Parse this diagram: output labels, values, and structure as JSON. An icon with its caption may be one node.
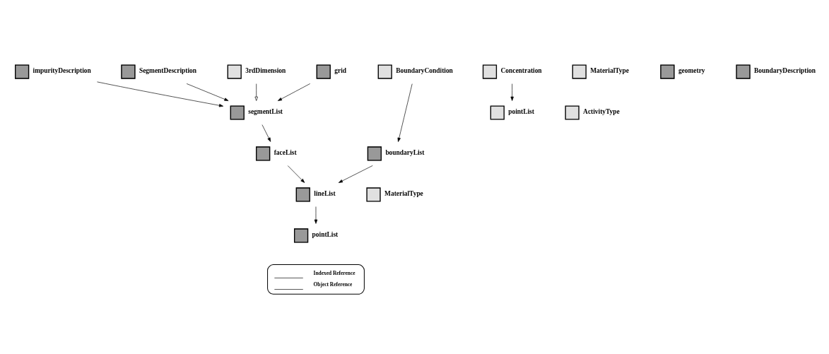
{
  "diagram": {
    "nodes": [
      {
        "text": [
          "impurityDescription"
        ]
      },
      {
        "text": [
          "Concentration"
        ]
      },
      {
        "text": [
          "MaterialType"
        ]
      },
      {
        "text": [
          "ActivityType"
        ]
      },
      {
        "text": [
          "SegmentDescription"
        ]
      },
      {
        "text": [
          "MaterialType"
        ]
      },
      {
        "text": [
          "geometry"
        ]
      },
      {
        "text": [
          "3rdDimension"
        ]
      },
      {
        "text": [
          "BoundaryDescription"
        ]
      },
      {
        "text": [
          "BoundaryCondition"
        ]
      },
      {
        "text": [
          "segmentList"
        ]
      },
      {
        "text": [
          "grid"
        ]
      },
      {
        "text": [
          "faceList"
        ]
      },
      {
        "text": [
          "boundaryList"
        ]
      },
      {
        "text": [
          "pointList"
        ]
      },
      {
        "text": [
          "lineList"
        ]
      },
      {
        "text": [
          "pointList"
        ]
      }
    ],
    "edges": [
      {
        "from": 0,
        "to": 10,
        "arrow": "to"
      },
      {
        "from": 4,
        "to": 10,
        "arrow": "to"
      },
      {
        "from": 7,
        "to": 10,
        "arrow": "to"
      },
      {
        "from": 11,
        "to": 10,
        "arrow": "to"
      },
      {
        "from": 1,
        "to": 14,
        "arrow": "to"
      },
      {
        "from": 10,
        "to": 12,
        "arrow": "to"
      },
      {
        "from": 12,
        "to": 15,
        "arrow": "to"
      },
      {
        "from": 15,
        "to": 16,
        "arrow": "to"
      },
      {
        "from": 9,
        "to": 13,
        "arrow": "to"
      },
      {
        "from": 13,
        "to": 15,
        "arrow": "to"
      }
    ],
    "legend": [
      {
        "text": "Indexed Reference"
      },
      {
        "text": "Object Reference"
      }
    ]
  }
}
